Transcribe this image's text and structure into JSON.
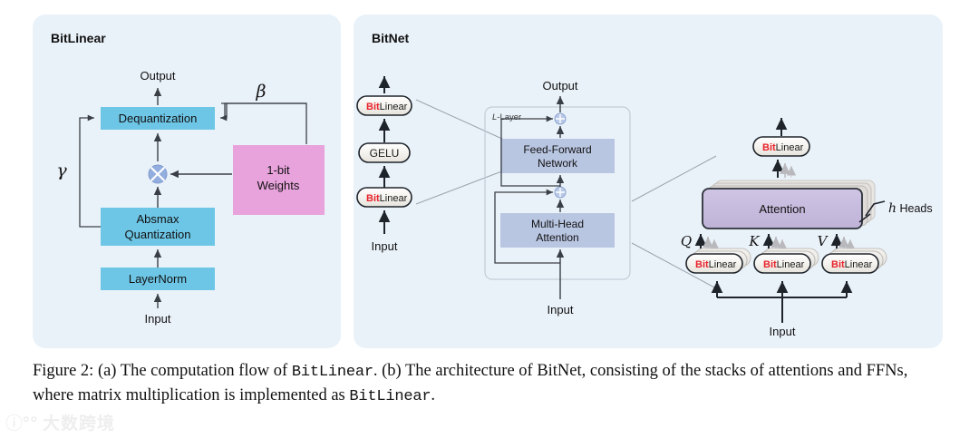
{
  "figure": {
    "panels": [
      {
        "id": "bitlinear",
        "title": "BitLinear",
        "nodes": {
          "output": "Output",
          "dequantization": "Dequantization",
          "absmax_line1": "Absmax",
          "absmax_line2": "Quantization",
          "layernorm": "LayerNorm",
          "input": "Input",
          "weights_line1": "1-bit",
          "weights_line2": "Weights"
        },
        "symbols": {
          "gamma": "γ",
          "beta": "β",
          "multiply": "⊗"
        },
        "colors": {
          "panel_bg": "#eaf2f9",
          "blue_box": "#6ec6e6",
          "pink_box": "#e8a3dc",
          "mul_circle": "#93aede"
        }
      },
      {
        "id": "bitnet",
        "title": "BitNet",
        "ffn_stack": {
          "top_pill": "BitLinear",
          "middle_pill": "GELU",
          "bottom_pill": "BitLinear",
          "input": "Input"
        },
        "transformer": {
          "layer_label_italic": "L",
          "layer_label_rest": "-Layer",
          "output": "Output",
          "ffn_line1": "Feed-Forward",
          "ffn_line2": "Network",
          "mha_line1": "Multi-Head",
          "mha_line2": "Attention",
          "input": "Input",
          "residual_symbol": "⊕"
        },
        "attention": {
          "top_pill": "BitLinear",
          "attention_box": "Attention",
          "heads_italic": "h",
          "heads_rest": " Heads",
          "q": "Q",
          "k": "K",
          "v": "V",
          "qkv_pill": "BitLinear",
          "input": "Input"
        },
        "colors": {
          "panel_bg": "#eaf2f9",
          "ffn_box": "#b9c6e2",
          "attention_box": "#c7bcdd",
          "pill_fill": "#f2f0ec"
        }
      }
    ],
    "pill_text": {
      "bit": "Bit",
      "linear": "Linear"
    }
  },
  "caption": {
    "line1_a": "Figure 2: (a) The computation flow of ",
    "line1_code1": "BitLinear",
    "line1_b": ". (b) The architecture of BitNet, consisting of the",
    "line2_a": "stacks of attentions and FFNs, where matrix multiplication is implemented as ",
    "line2_code1": "BitLinear",
    "line2_b": "."
  },
  "watermark": {
    "logo": "ⓘ°°",
    "text": "大数跨境"
  }
}
